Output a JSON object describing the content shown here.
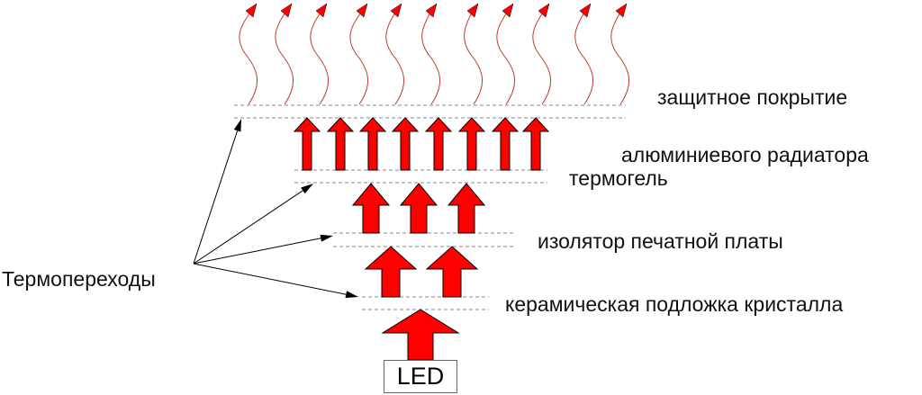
{
  "labels": {
    "coating_line1": "защитное покрытие",
    "coating_line2": "алюминиевого радиатора",
    "thermogel": "термогель",
    "pcb_insulator": "изолятор печатной платы",
    "ceramic_substrate": "керамическая подложка кристалла",
    "thermal_junctions": "Термопереходы",
    "led": "LED"
  },
  "colors": {
    "heat_arrow": "#ff0000",
    "wave": "#c0392b",
    "dash": "#888888"
  }
}
